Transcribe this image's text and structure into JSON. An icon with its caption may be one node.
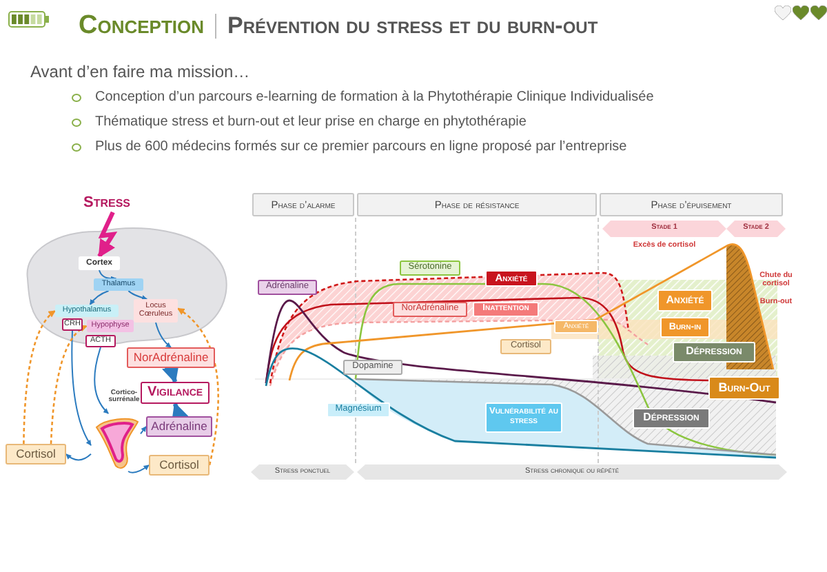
{
  "diagram": {
    "title": "Prévention du stress et du burn-out",
    "nodes": [
      {
        "text": [
          "Stress"
        ]
      },
      {
        "text": [],
        "shape": "picture"
      },
      {
        "text": [
          "Cortex"
        ],
        "in": 1
      },
      {
        "text": [
          "Thalamus"
        ],
        "in": 1
      },
      {
        "text": [
          "Hypothalamus"
        ],
        "in": 1
      },
      {
        "text": [
          "Locus Cœruleus"
        ],
        "in": 1
      },
      {
        "text": [
          "CRH"
        ],
        "in": 1
      },
      {
        "text": [
          "Hypophyse"
        ],
        "in": 1
      },
      {
        "text": [
          "ACTH"
        ],
        "in": 1
      },
      {
        "text": [
          "NorAdrénaline"
        ]
      },
      {
        "text": [
          "Vigilance"
        ]
      },
      {
        "text": [
          "Cortico-surrénale"
        ]
      },
      {
        "text": [],
        "shape": "picture"
      },
      {
        "text": [
          "Adrénaline"
        ]
      },
      {
        "text": [
          "Cortisol"
        ]
      },
      {
        "text": [
          "Cortisol"
        ]
      },
      {
        "text": [
          "Phase d’alarme"
        ]
      },
      {
        "text": [
          "Phase de résistance"
        ]
      },
      {
        "text": [
          "Phase d’épuisement"
        ]
      },
      {
        "text": [
          "Stade 1"
        ],
        "beside": [
          "Excès de cortisol"
        ]
      },
      {
        "text": [
          "Stade 2"
        ]
      },
      {
        "text": [
          "Adrénaline"
        ]
      },
      {
        "text": [
          "Sérotonine"
        ]
      },
      {
        "text": [
          "Anxiété"
        ]
      },
      {
        "text": [
          "NorAdrénaline"
        ]
      },
      {
        "text": [
          "Inattention"
        ]
      },
      {
        "text": [
          "Anxiété"
        ]
      },
      {
        "text": [
          "Cortisol"
        ]
      },
      {
        "text": [
          "Dopamine"
        ]
      },
      {
        "text": [
          "Magnésium"
        ]
      },
      {
        "text": [
          "Vulnérabilité au stress"
        ]
      },
      {
        "text": [
          "Anxiété"
        ]
      },
      {
        "text": [
          "Burn-in"
        ]
      },
      {
        "text": [
          "Dépression"
        ]
      },
      {
        "text": [
          "Burn-Out"
        ]
      },
      {
        "text": [
          "Dépression"
        ]
      },
      {
        "text": [
          "Stress ponctuel"
        ]
      },
      {
        "text": [
          "Stress chronique ou répété"
        ]
      }
    ],
    "edges": [
      {
        "from": 2,
        "to": 3,
        "arrow": "to"
      },
      {
        "from": 3,
        "to": 4,
        "arrow": "to"
      },
      {
        "from": 3,
        "to": 5,
        "arrow": "to"
      },
      {
        "from": 5,
        "to": 9,
        "arrow": "to"
      },
      {
        "from": 9,
        "to": 10,
        "arrow": "to",
        "style": "thick"
      },
      {
        "from": 13,
        "to": 10,
        "arrow": "to",
        "style": "thick"
      },
      {
        "from": 6,
        "to": 12,
        "arrow": "to"
      },
      {
        "from": 8,
        "to": 12,
        "arrow": "to"
      },
      {
        "from": 12,
        "to": 13,
        "arrow": "to"
      },
      {
        "from": 12,
        "to": 14,
        "arrow": "to"
      },
      {
        "from": 12,
        "to": 15,
        "arrow": "to"
      },
      {
        "from": 14,
        "to": 4,
        "arrow": "to",
        "style": "dashed",
        "color": "#f0962a"
      },
      {
        "from": 14,
        "to": 7,
        "arrow": "to",
        "style": "dashed",
        "color": "#f0962a"
      },
      {
        "from": 15,
        "to": 5,
        "arrow": "to",
        "style": "dashed",
        "color": "#f0962a"
      },
      {
        "from": 0,
        "to": 2,
        "arrow": "to",
        "style": "thick",
        "color": "#e0208a"
      }
    ],
    "labels": [
      "Conception",
      "Avant d’en faire ma mission…",
      "Conception d’un parcours e-learning de formation à la Phytothérapie Clinique Individualisée",
      "Thématique stress et burn-out et leur prise en charge en phytothérapie",
      "Plus de 600 médecins formés sur ce premier parcours en ligne proposé par l’entreprise",
      "Chute du cortisol",
      "Burn-out"
    ]
  }
}
